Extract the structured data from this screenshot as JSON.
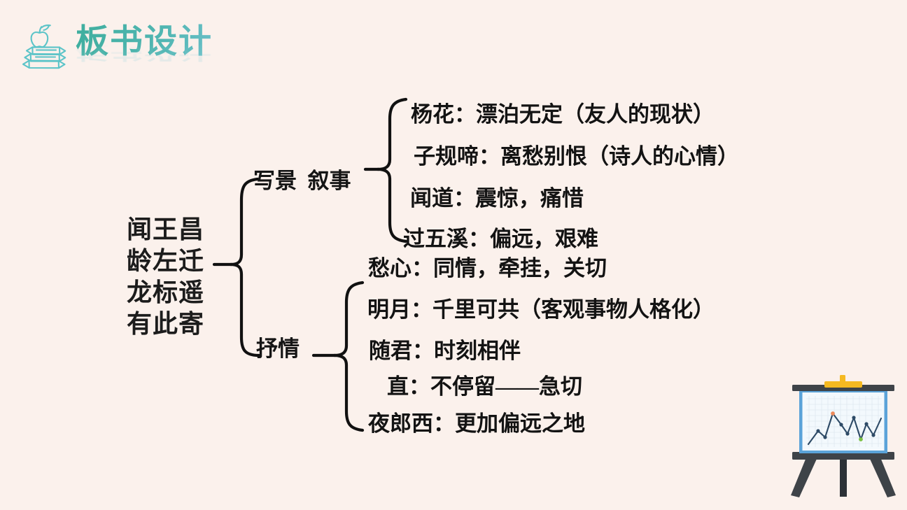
{
  "header": {
    "title": "板书设计",
    "icon": "apple-on-books-icon",
    "title_color": "#4fb4b4"
  },
  "colors": {
    "background": "#fbf1ec",
    "title_gradient_start": "#3fae9e",
    "title_gradient_end": "#95cfe4",
    "text": "#131313",
    "connector": "#111111",
    "easel_frame": "#5ba3d9",
    "easel_wood": "#3e4348",
    "easel_clamp": "#f5b921",
    "easel_line": "#2d4a66",
    "easel_point_high": "#ef8a5a",
    "easel_point_low": "#7bc043"
  },
  "mindmap": {
    "root": "闻王昌\n龄左迁\n龙标遥\n有此寄",
    "branches": [
      {
        "label": "写景  叙事",
        "items": [
          "杨花：漂泊无定（友人的现状）",
          "子规啼：离愁别恨（诗人的心情）",
          "闻道：震惊，痛惜",
          "过五溪：偏远，艰难"
        ]
      },
      {
        "label": "抒情",
        "items": [
          "愁心：同情，牵挂，关切",
          "明月：千里可共（客观事物人格化）",
          "随君：时刻相伴",
          "直：不停留——急切",
          "夜郎西：更加偏远之地"
        ]
      }
    ]
  },
  "illustration": {
    "name": "easel-chart-illustration",
    "chart_type": "line"
  }
}
